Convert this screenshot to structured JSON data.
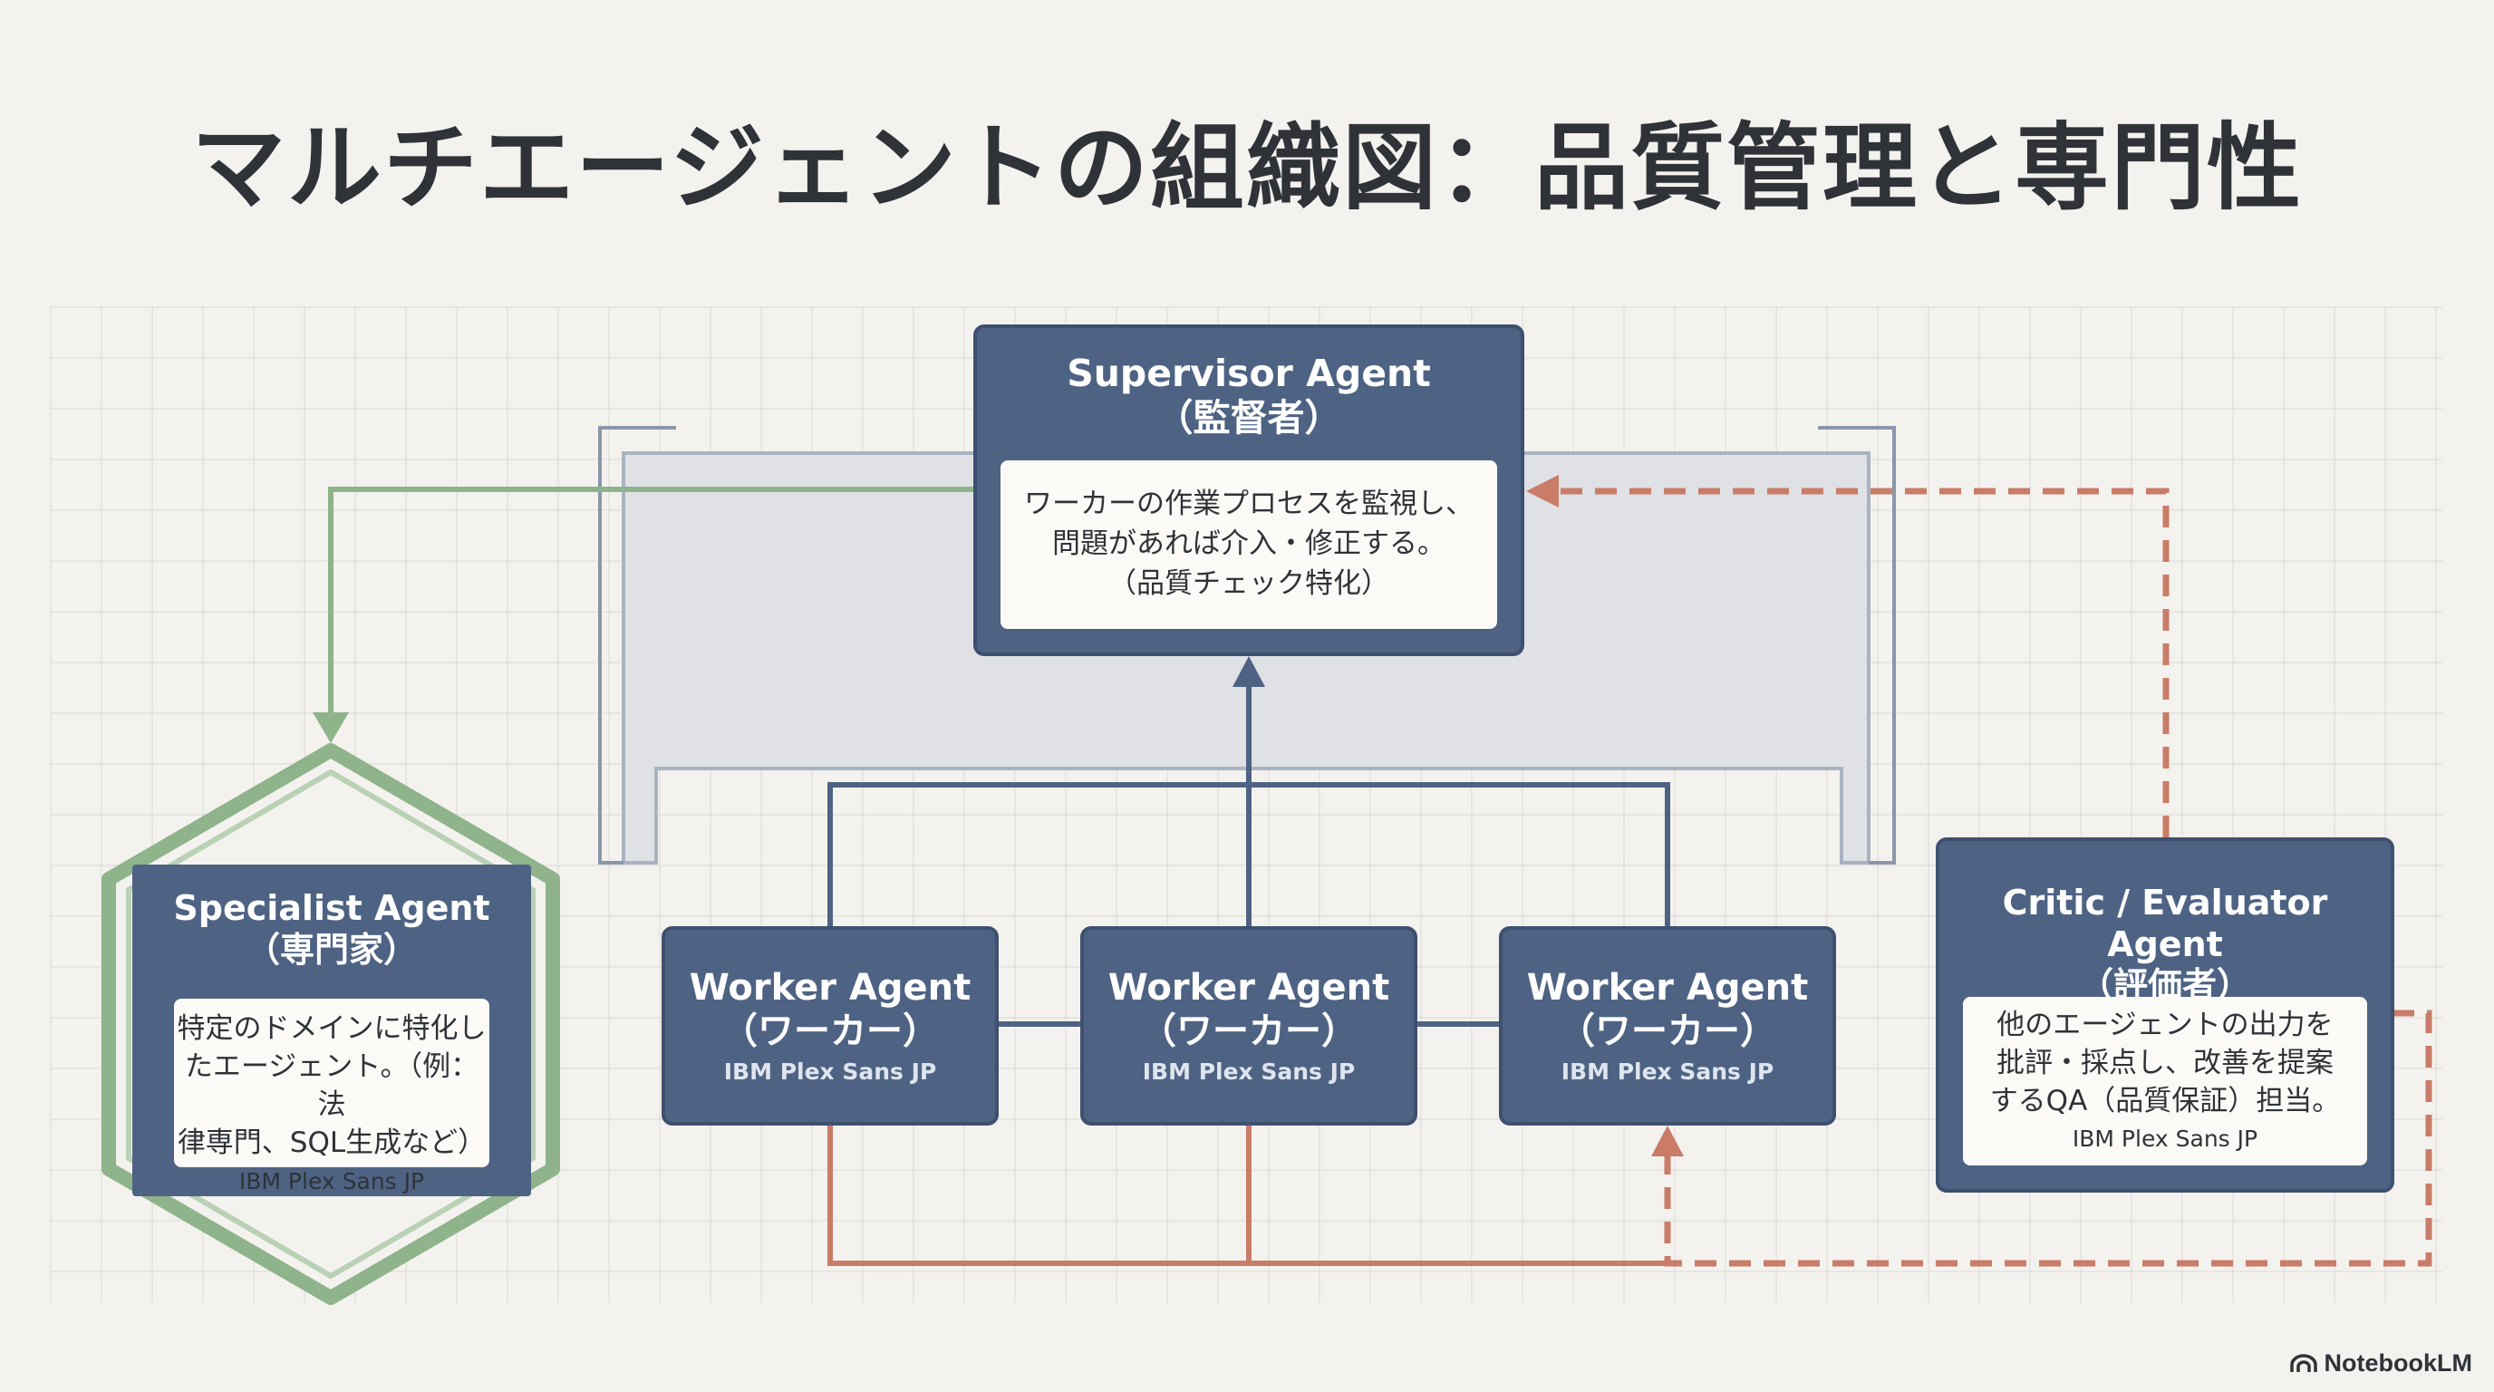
{
  "title": "マルチエージェントの組織図：品質管理と専門性",
  "supervisor": {
    "name": "Supervisor Agent",
    "role": "（監督者）",
    "desc_lines": [
      "ワーカーの作業プロセスを監視し、",
      "問題があれば介入・修正する。",
      "（品質チェック特化）"
    ]
  },
  "specialist": {
    "name": "Specialist Agent",
    "role": "（専門家）",
    "desc_lines": [
      "特定のドメインに特化し",
      "たエージェント。（例：法",
      "律専門、SQL生成など）"
    ],
    "font_note": "IBM Plex Sans JP"
  },
  "workers": [
    {
      "name": "Worker Agent",
      "role": "（ワーカー）",
      "font_note": "IBM Plex Sans JP"
    },
    {
      "name": "Worker Agent",
      "role": "（ワーカー）",
      "font_note": "IBM Plex Sans JP"
    },
    {
      "name": "Worker Agent",
      "role": "（ワーカー）",
      "font_note": "IBM Plex Sans JP"
    }
  ],
  "critic": {
    "name": "Critic / Evaluator Agent",
    "role": "（評価者）",
    "desc_lines": [
      "他のエージェントの出力を",
      "批評・採点し、改善を提案",
      "するQA（品質保証）担当。"
    ],
    "font_note": "IBM Plex Sans JP"
  },
  "brand": {
    "label": "NotebookLM",
    "icon": "notebooklm-logo-icon"
  },
  "colors": {
    "box": "#4e6383",
    "green": "#8fb38a",
    "red": "#c97c68",
    "background": "#f4f2ee"
  }
}
